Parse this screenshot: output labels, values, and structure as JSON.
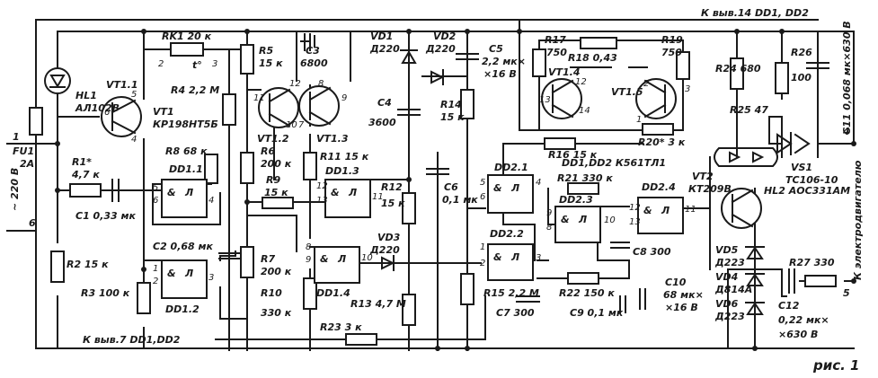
{
  "figure_label": "рис. 1",
  "inputs": {
    "mains": "~ 220 В",
    "pin1": "1",
    "pin6": "6",
    "fuse": "FU1",
    "fuse_value": "2A",
    "pin4": "4",
    "pin5": "5",
    "out_label": "К электродвигателю"
  },
  "supply_notes": {
    "top": "К выв.14 DD1, DD2",
    "bottom": "К выв.7 DD1,DD2",
    "chips": "DD1,DD2 К561ТЛ1"
  },
  "labels": {
    "HL1": "HL1",
    "HL1_type": "АЛ102В",
    "VT1_1": "VT1.1",
    "VT1": "VT1",
    "VT1_type": "КР198НТ5Б",
    "RK1": "RK1  20 к",
    "t": "t°",
    "R4": "R4  2,2 М",
    "R8": "R8  68 к",
    "R1": "R1*",
    "R1_val": "4,7 к",
    "C1": "C1  0,33 мк",
    "DD1_1": "DD1.1",
    "R2": "R2  15 к",
    "R3": "R3  100 к",
    "C2": "C2  0,68 мк",
    "DD1_2": "DD1.2",
    "R5": "R5",
    "R5_val": "15 к",
    "C3": "C3",
    "C3_val": "6800",
    "VT1_2": "VT1.2",
    "VT1_3": "VT1.3",
    "R6": "R6",
    "R6_val": "200 к",
    "R9": "R9",
    "R9_val": "15 к",
    "R11": "R11  15 к",
    "DD1_3": "DD1.3",
    "R7": "R7",
    "R7_val": "200 к",
    "R10": "R10",
    "R10_val": "330 к",
    "DD1_4": "DD1.4",
    "R13": "R13  4,7 М",
    "R23": "R23  3 к",
    "VD1": "VD1",
    "VD1_type": "Д220",
    "VD2": "VD2",
    "VD2_type": "Д220",
    "C4": "C4",
    "C4_val": "3600",
    "VD3": "VD3",
    "VD3_type": "Д220",
    "R12": "R12",
    "R12_val": "15 к",
    "C5": "C5",
    "C5_val": "2,2 мк×",
    "C5_v": "×16 В",
    "R14": "R14",
    "R14_val": "15 к",
    "C6": "C6",
    "C6_val": "0,1 мк",
    "R15": "R15  2,2 М",
    "C7": "C7  300",
    "R17": "R17",
    "R17_val": "750",
    "R18": "R18  0,43",
    "R19": "R19",
    "R19_val": "750",
    "VT1_4": "VT1.4",
    "VT1_5": "VT1.5",
    "R16": "R16  15 к",
    "R20s": "R20*  3 к",
    "DD2_1": "DD2.1",
    "DD2_2": "DD2.2",
    "DD2_3": "DD2.3",
    "DD2_4": "DD2.4",
    "R21": "R21  330 к",
    "C8": "C8  300",
    "R22": "R22  150 к",
    "C9": "C9  0,1 мк",
    "C10": "C10",
    "C10_val": "68 мк×",
    "C10_v": "×16 В",
    "R24": "R24  680",
    "R25": "R25  47",
    "R26": "R26",
    "R26_val": "100",
    "C11": "C11  0,068 мк×630 В",
    "VS1": "VS1",
    "VS1_type": "ТС106-10",
    "VT2": "VT2",
    "VT2_type": "КТ209В",
    "HL2": "HL2  АОС331АМ",
    "VD5": "VD5",
    "VD5_type": "Д223",
    "VD4": "VD4",
    "VD4_type": "Д814А",
    "VD6": "VD6",
    "VD6_type": "Д223",
    "R27": "R27  330",
    "C12": "C12",
    "C12_val": "0,22 мк×",
    "C12_v": "×630 В"
  },
  "pins": {
    "p1": "1",
    "p2": "2",
    "p3": "3",
    "p4": "4",
    "p5": "5",
    "p6": "6",
    "p7": "7",
    "p8": "8",
    "p9": "9",
    "p10": "10",
    "p11": "11",
    "p12": "12",
    "p13": "13",
    "p14": "14"
  }
}
